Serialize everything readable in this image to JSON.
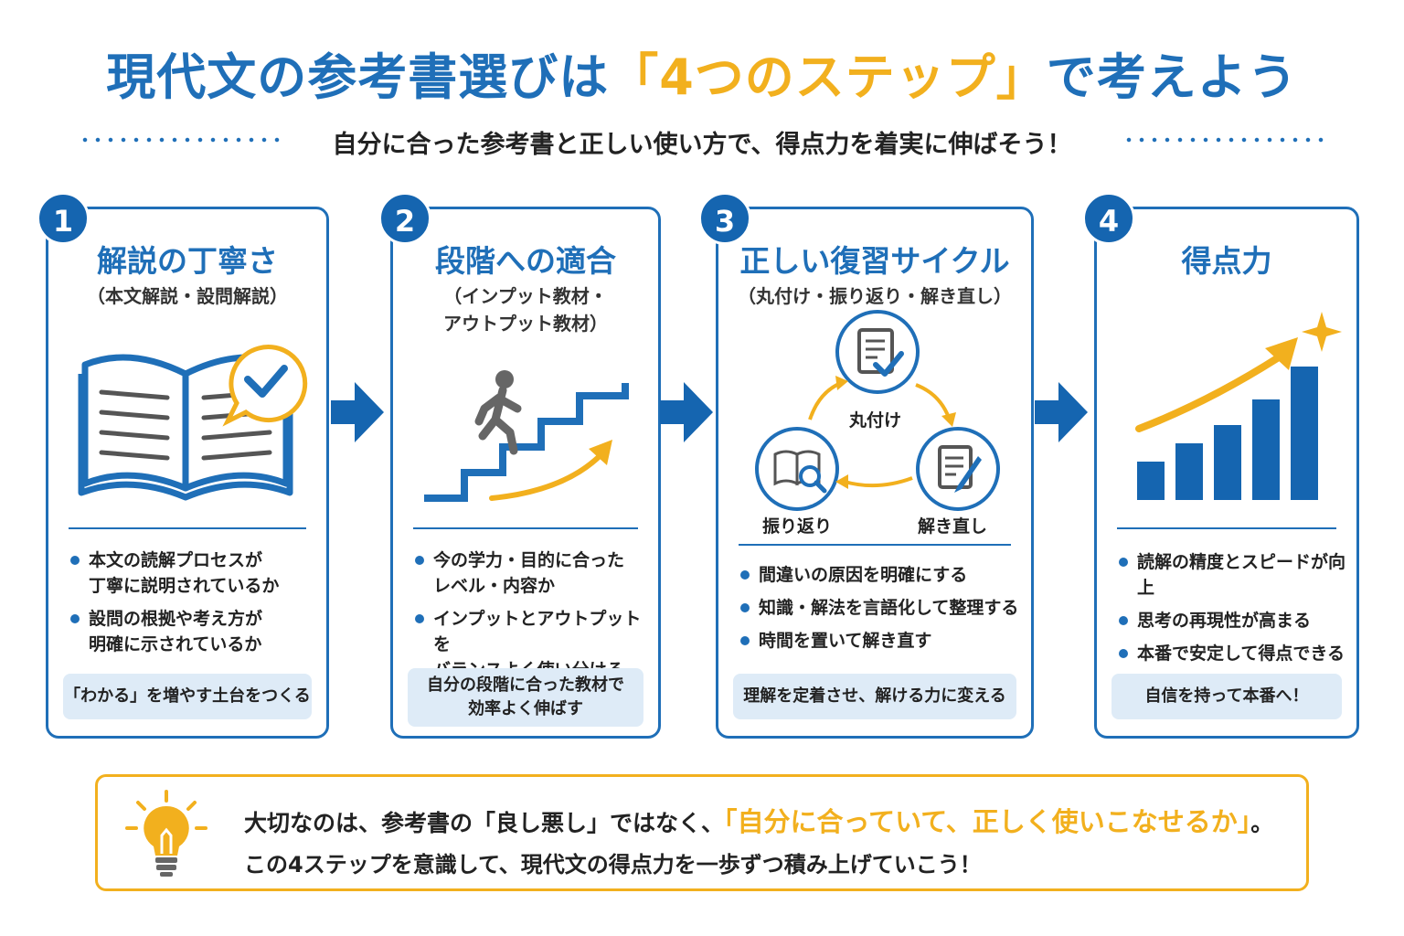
{
  "header": {
    "title_pre": "現代文の参考書選びは",
    "title_highlight": "「4つのステップ」",
    "title_post": "で考えよう",
    "subtitle": "自分に合った参考書と正しい使い方で、得点力を着実に伸ばそう！"
  },
  "steps": [
    {
      "number": "1",
      "title": "解説の丁寧さ",
      "subtitle": "（本文解説・設問解説）",
      "icon": "open-book-check-icon",
      "bullets": [
        "本文の読解プロセスが\n丁寧に説明されているか",
        "設問の根拠や考え方が\n明確に示されているか"
      ],
      "note": "「わかる」を増やす土台をつくる"
    },
    {
      "number": "2",
      "title": "段階への適合",
      "subtitle": "（インプット教材・\nアウトプット教材）",
      "icon": "stairs-climber-icon",
      "bullets": [
        "今の学力・目的に合った\nレベル・内容か",
        "インプットとアウトプットを\nバランスよく使い分ける"
      ],
      "note": "自分の段階に合った教材で\n効率よく伸ばす"
    },
    {
      "number": "3",
      "title": "正しい復習サイクル",
      "subtitle": "（丸付け・振り返り・解き直し）",
      "icon": "review-cycle-icon",
      "cycle_labels": [
        "丸付け",
        "振り返り",
        "解き直し"
      ],
      "bullets": [
        "間違いの原因を明確にする",
        "知識・解法を言語化して整理する",
        "時間を置いて解き直す"
      ],
      "note": "理解を定着させ、解ける力に変える"
    },
    {
      "number": "4",
      "title": "得点力",
      "subtitle": "",
      "icon": "growth-bar-chart-icon",
      "bullets": [
        "読解の精度とスピードが向上",
        "思考の再現性が高まる",
        "本番で安定して得点できる"
      ],
      "note": "自信を持って本番へ！"
    }
  ],
  "footer": {
    "icon": "lightbulb-icon",
    "line1_pre": "大切なのは、参考書の「良し悪し」ではなく、",
    "line1_highlight": "「自分に合っていて、正しく使いこなせるか」",
    "line1_post": "。",
    "line2": "この4ステップを意識して、現代文の得点力を一歩ずつ積み上げていこう！"
  },
  "colors": {
    "primary": "#1f6fb8",
    "accent": "#f2b01e",
    "note_bg": "#deebf7"
  }
}
